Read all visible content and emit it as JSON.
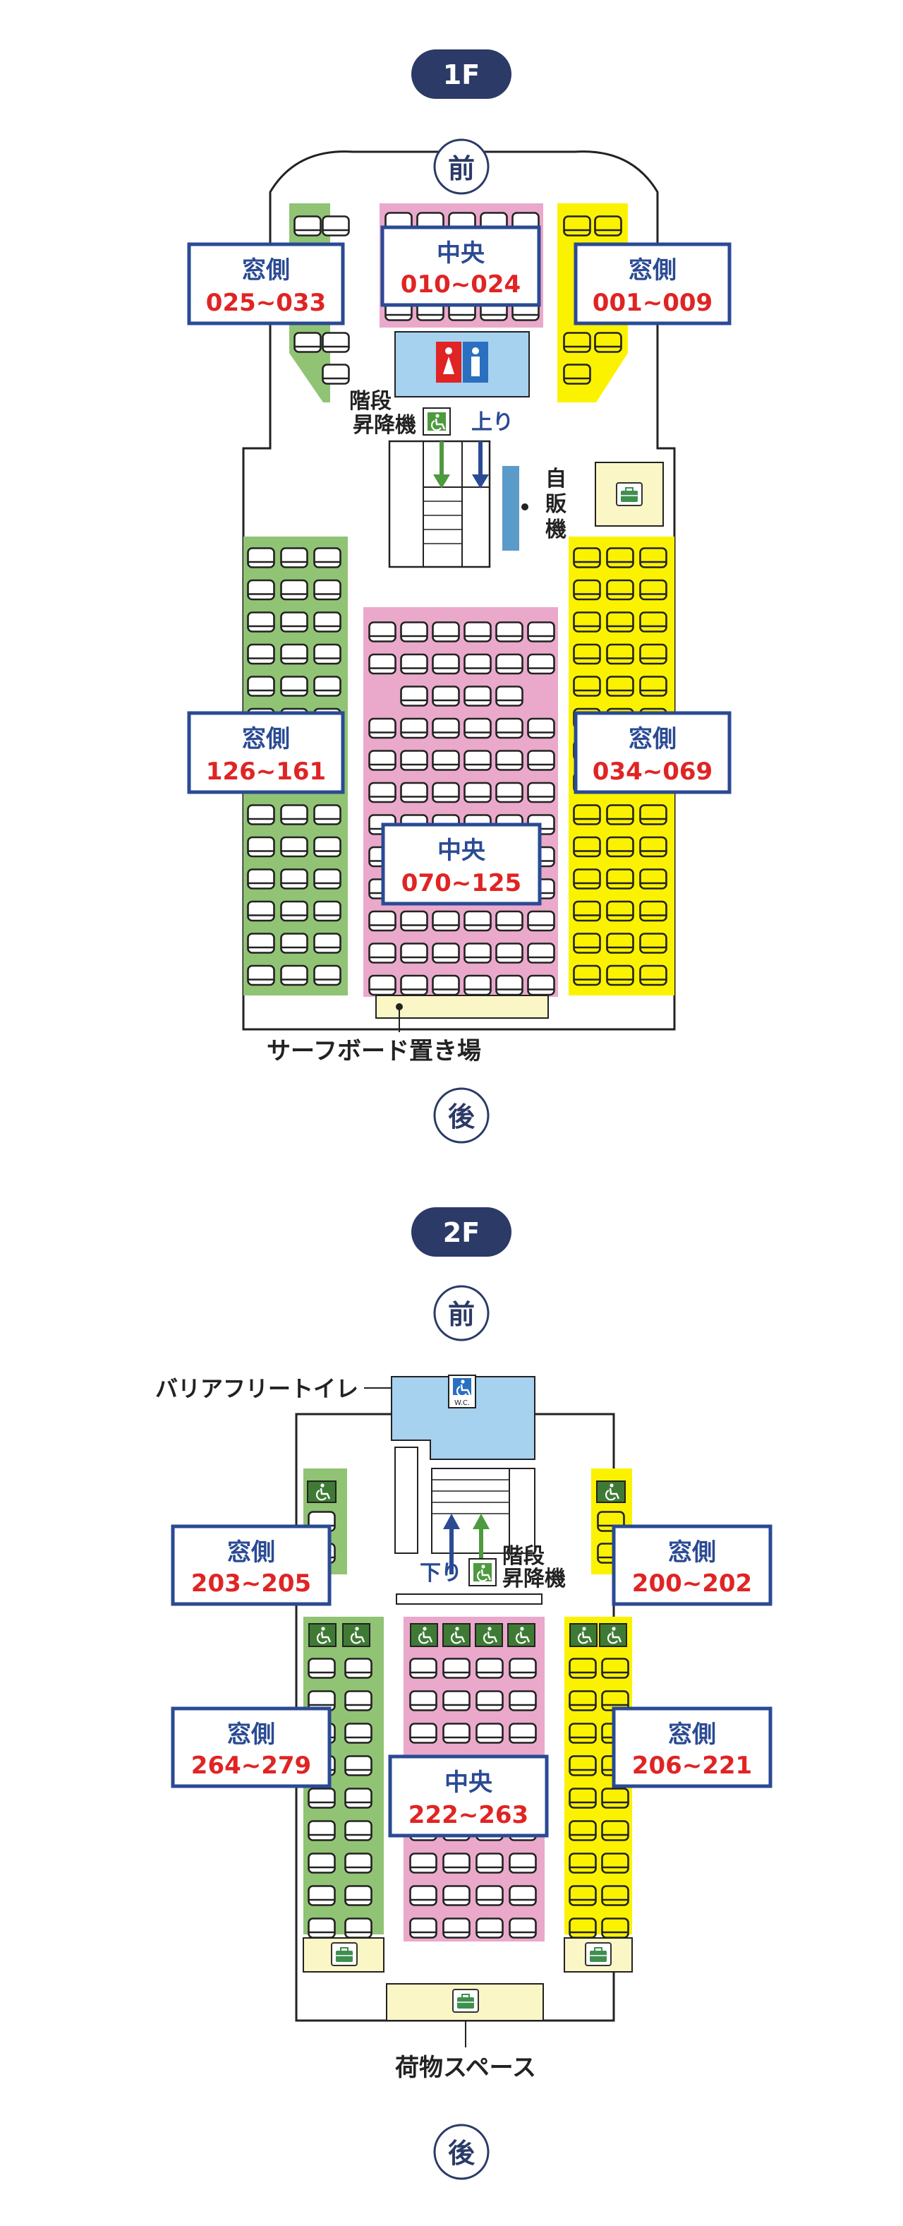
{
  "floor1": {
    "badge": "1F",
    "front": "前",
    "back": "後",
    "labels": {
      "window_left": {
        "title": "窓側",
        "range": "025~033"
      },
      "center_front": {
        "title": "中央",
        "range": "010~024"
      },
      "window_right": {
        "title": "窓側",
        "range": "001~009"
      },
      "window_left_main": {
        "title": "窓側",
        "range": "126~161"
      },
      "window_right_main": {
        "title": "窓側",
        "range": "034~069"
      },
      "center_main": {
        "title": "中央",
        "range": "070~125"
      }
    },
    "stair_lift": "階段",
    "stair_lift_2": "昇降機",
    "up": "上り",
    "vending": [
      "自",
      "販",
      "機"
    ],
    "surfboard": "サーフボード置き場"
  },
  "floor2": {
    "badge": "2F",
    "front": "前",
    "back": "後",
    "labels": {
      "window_left_front": {
        "title": "窓側",
        "range": "203~205"
      },
      "window_right_front": {
        "title": "窓側",
        "range": "200~202"
      },
      "window_left_main": {
        "title": "窓側",
        "range": "264~279"
      },
      "window_right_main": {
        "title": "窓側",
        "range": "206~221"
      },
      "center_main": {
        "title": "中央",
        "range": "222~263"
      }
    },
    "barrier_free_toilet": "バリアフリートイレ",
    "wc": "W.C.",
    "down": "下り",
    "stair_lift": "階段",
    "stair_lift_2": "昇降機",
    "luggage": "荷物スペース"
  },
  "colors": {
    "navy": "#2b3a67",
    "blue": "#2a4a94",
    "red": "#e02424",
    "green": "#91c374",
    "pink": "#eaa9ca",
    "yellow": "#fbf200",
    "light_blue": "#a6d1ef",
    "cream": "#fbf6c6",
    "wc_red": "#e02424",
    "wc_blue": "#2a6fc0"
  }
}
